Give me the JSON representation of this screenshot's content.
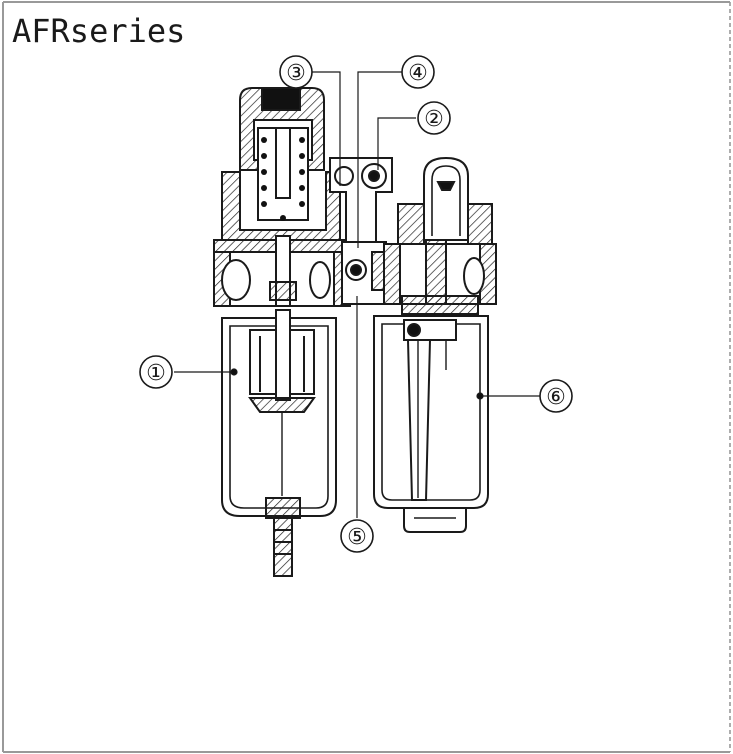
{
  "title": "AFRseries",
  "callouts": [
    {
      "id": "1",
      "label": "①"
    },
    {
      "id": "2",
      "label": "②"
    },
    {
      "id": "3",
      "label": "③"
    },
    {
      "id": "4",
      "label": "④"
    },
    {
      "id": "5",
      "label": "⑤"
    },
    {
      "id": "6",
      "label": "⑥"
    }
  ]
}
